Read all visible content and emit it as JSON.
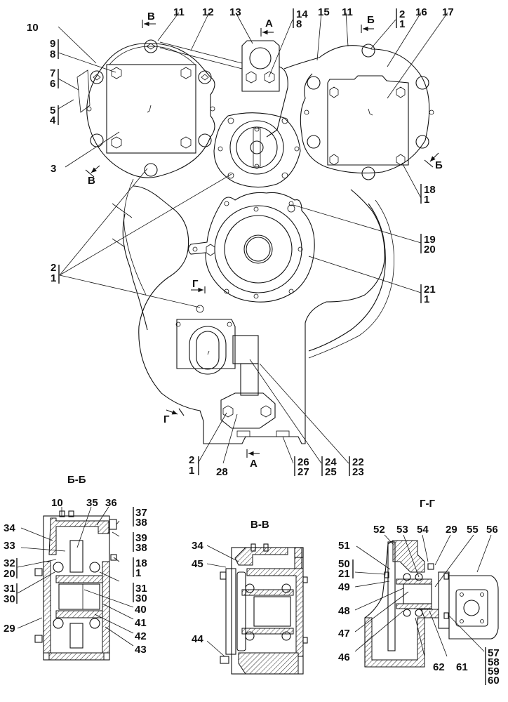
{
  "drawing": {
    "type": "mechanical assembly exploded/sectional parts diagram",
    "main_view": {
      "callouts": {
        "c10": "10",
        "c9_8": [
          "9",
          "8"
        ],
        "c7_6": [
          "7",
          "6"
        ],
        "c5_4": [
          "5",
          "4"
        ],
        "c11_left": "11",
        "c12": "12",
        "c13": "13",
        "c14_8": [
          "14",
          "8"
        ],
        "c15": "15",
        "c11_right": "11",
        "c2_1_top": [
          "2",
          "1"
        ],
        "c16": "16",
        "c17": "17",
        "c3": "3",
        "c18_1": [
          "18",
          "1"
        ],
        "c2_1_left": [
          "2",
          "1"
        ],
        "c19_20": [
          "19",
          "20"
        ],
        "c21_1": [
          "21",
          "1"
        ],
        "c2_1_bottom": [
          "2",
          "1"
        ],
        "c28": "28",
        "c26_27": [
          "26",
          "27"
        ],
        "c24_25": [
          "24",
          "25"
        ],
        "c22_23": [
          "22",
          "23"
        ]
      },
      "section_marks": {
        "v_top": "В",
        "v_bottom": "В",
        "a_top": "А",
        "a_bottom": "А",
        "b_top": "Б",
        "b_bottom": "Б",
        "g_top": "Г",
        "g_bottom": "Г"
      }
    },
    "section_bb": {
      "title": "Б-Б",
      "callouts": {
        "c10": "10",
        "c35": "35",
        "c36": "36",
        "c37_38": [
          "37",
          "38"
        ],
        "c34": "34",
        "c39_38": [
          "39",
          "38"
        ],
        "c33": "33",
        "c32_20": [
          "32",
          "20"
        ],
        "c18_1": [
          "18",
          "1"
        ],
        "c31_30_left": [
          "31",
          "30"
        ],
        "c31_30_right": [
          "31",
          "30"
        ],
        "c40": "40",
        "c41": "41",
        "c42": "42",
        "c43": "43",
        "c29": "29"
      }
    },
    "section_vv": {
      "title": "В-В",
      "callouts": {
        "c34": "34",
        "c45": "45",
        "c44": "44"
      }
    },
    "section_gg": {
      "title": "Г-Г",
      "callouts": {
        "c52": "52",
        "c53": "53",
        "c54": "54",
        "c29": "29",
        "c55": "55",
        "c56": "56",
        "c51": "51",
        "c50_21": [
          "50",
          "21"
        ],
        "c49": "49",
        "c48": "48",
        "c47": "47",
        "c46": "46",
        "c62": "62",
        "c61": "61",
        "c57_60": [
          "57",
          "58",
          "59",
          "60"
        ]
      }
    }
  }
}
